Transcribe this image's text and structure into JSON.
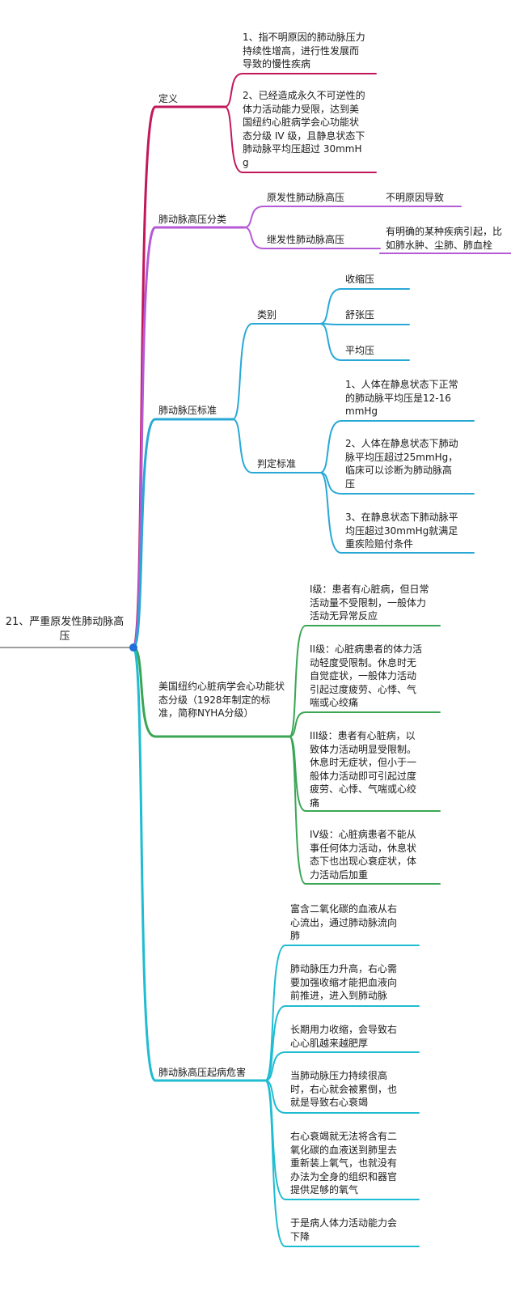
{
  "root": {
    "label": "21、严重原发性肺动脉高压"
  },
  "colors": {
    "root_line": "#9e9e9e",
    "root_dot": "#1e6fd9",
    "definition": "#c2185b",
    "classification": "#b55ad6",
    "standard": "#29a8d6",
    "nyha": "#3aa655",
    "hazard": "#1fbcd2"
  },
  "branches": {
    "definition": {
      "label": "定义",
      "items": [
        "1、指不明原因的肺动脉压力持续性增高，进行性发展而导致的慢性疾病",
        "2、已经造成永久不可逆性的体力活动能力受限，达到美国纽约心脏病学会心功能状态分级 IV 级，且静息状态下肺动脉平均压超过 30mmHg"
      ]
    },
    "classification": {
      "label": "肺动脉高压分类",
      "items": [
        {
          "label": "原发性肺动脉高压",
          "detail": "不明原因导致"
        },
        {
          "label": "继发性肺动脉高压",
          "detail": "有明确的某种疾病引起，比如肺水肿、尘肺、肺血栓"
        }
      ]
    },
    "standard": {
      "label": "肺动脉压标准",
      "types": {
        "label": "类别",
        "items": [
          "收缩压",
          "舒张压",
          "平均压"
        ]
      },
      "criteria": {
        "label": "判定标准",
        "items": [
          "1、人体在静息状态下正常的肺动脉平均压是12-16mmHg",
          "2、人体在静息状态下肺动脉平均压超过25mmHg，临床可以诊断为肺动脉高压",
          "3、在静息状态下肺动脉平均压超过30mmHg就满足重疾险赔付条件"
        ]
      }
    },
    "nyha": {
      "label": "美国纽约心脏病学会心功能状态分级（1928年制定的标准，简称NYHA分级）",
      "items": [
        "I级：患者有心脏病，但日常活动量不受限制，一般体力活动无异常反应",
        "II级：心脏病患者的体力活动轻度受限制。休息时无自觉症状，一般体力活动引起过度疲劳、心悸、气喘或心绞痛",
        "III级：患者有心脏病，以致体力活动明显受限制。休息时无症状，但小于一般体力活动即可引起过度疲劳、心悸、气喘或心绞痛",
        "IV级：心脏病患者不能从事任何体力活动，休息状态下也出现心衰症状，体力活动后加重"
      ]
    },
    "hazard": {
      "label": "肺动脉高压起病危害",
      "items": [
        "富含二氧化碳的血液从右心流出，通过肺动脉流向肺",
        "肺动脉压力升高，右心需要加强收缩才能把血液向前推进，进入到肺动脉",
        "长期用力收缩，会导致右心心肌越来越肥厚",
        "当肺动脉压力持续很高时，右心就会被累倒，也就是导致右心衰竭",
        "右心衰竭就无法将含有二氧化碳的血液送到肺里去重新装上氧气，也就没有办法为全身的组织和器官提供足够的氧气",
        "于是病人体力活动能力会下降"
      ]
    }
  }
}
